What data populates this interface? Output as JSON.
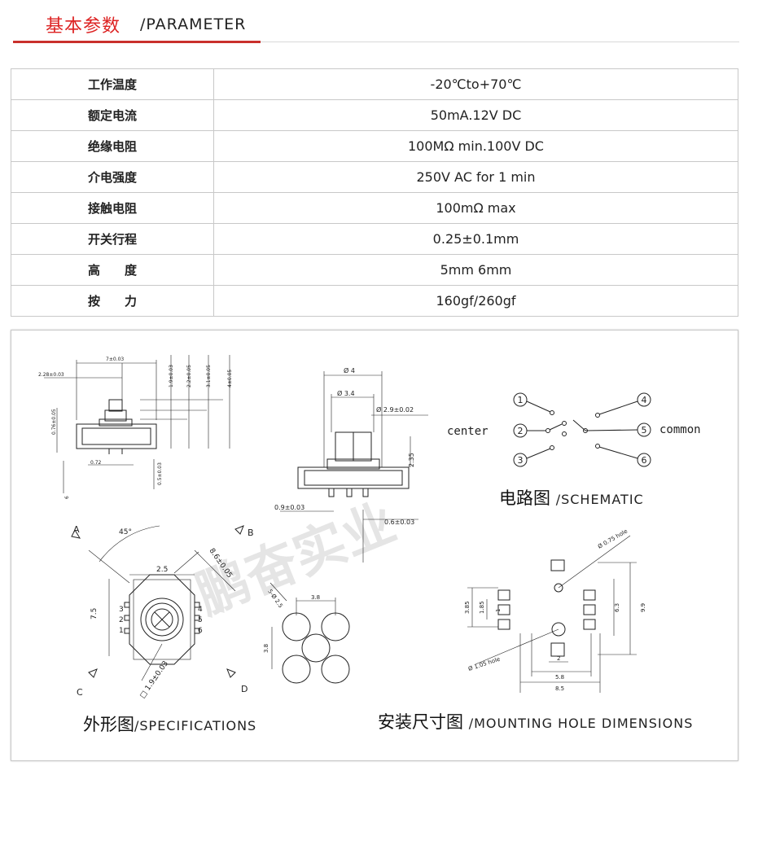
{
  "header": {
    "title_cn": "基本参数",
    "title_en": "/PARAMETER"
  },
  "params": [
    {
      "label": "工作温度",
      "value": "-20℃to+70℃"
    },
    {
      "label": "额定电流",
      "value": "50mA.12V DC"
    },
    {
      "label": "绝缘电阻",
      "value": "100MΩ min.100V DC"
    },
    {
      "label": "介电强度",
      "value": "250V AC for 1 min"
    },
    {
      "label": "接触电阻",
      "value": "100mΩ max"
    },
    {
      "label": "开关行程",
      "value": "0.25±0.1mm"
    },
    {
      "label": "高　　度",
      "value": "5mm 6mm"
    },
    {
      "label": "按　　力",
      "value": "160gf/260gf"
    }
  ],
  "diagrams": {
    "schematic_cn": "电路图",
    "schematic_en": "/SCHEMATIC",
    "specs_cn": "外形图",
    "specs_en": "/SPECIFICATIONS",
    "mount_cn": "安装尺寸图",
    "mount_en": "/MOUNTING HOLE DIMENSIONS",
    "center": "center",
    "common": "common",
    "pins": [
      "1",
      "2",
      "3",
      "4",
      "5",
      "6"
    ],
    "dims": {
      "d7": "7±0.03",
      "d228": "2.28±0.03",
      "d19": "1.9±0.03",
      "d22": "2.2±0.05",
      "d31": "3.1±0.05",
      "d4v": "4±0.05",
      "d076": "0.76±0.05",
      "d072": "0.72",
      "d05": "0.5±0.03",
      "d6": "6",
      "phi4": "Ø 4",
      "phi34": "Ø 3.4",
      "phi29": "Ø 2.9±0.02",
      "d235": "2.35",
      "d09": "0.9±0.03",
      "d06": "0.6±0.03",
      "angle": "45°",
      "d86": "8.6±0.05",
      "d25": "2.5",
      "d75": "7.5",
      "sq19": "□ 1.9±0.03",
      "phi25": "5-Ø 2.5",
      "d38a": "3.8",
      "d38b": "3.8",
      "A": "A",
      "B": "B",
      "C": "C",
      "D": "D",
      "hole075": "Ø 0.75 hole",
      "hole105": "Ø 1.05 hole",
      "d385": "3.85",
      "d185": "1.85",
      "d1": "1",
      "d63": "6.3",
      "d99": "9.9",
      "d2": "2",
      "d58": "5.8",
      "d85": "8.5"
    },
    "watermark": "鹏奋实业"
  }
}
